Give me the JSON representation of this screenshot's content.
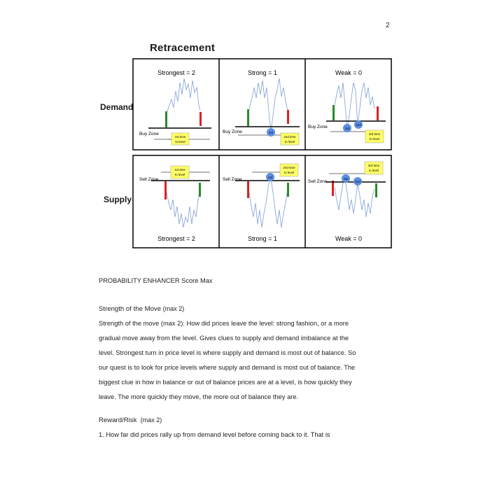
{
  "page_number": "2",
  "figure": {
    "title": "Retracement",
    "rows": [
      "Demand",
      "Supply"
    ],
    "demand_panels": [
      {
        "header": "Strongest = 2",
        "zone": "Buy Zone",
        "callout": [
          "1st time",
          "to level"
        ],
        "touches": []
      },
      {
        "header": "Strong = 1",
        "zone": "Buy Zone",
        "callout": [
          "2nd time",
          "to level"
        ],
        "touches": [
          "1st"
        ]
      },
      {
        "header": "Weak = 0",
        "zone": "Buy Zone",
        "callout": [
          "3rd time",
          "to level"
        ],
        "touches": [
          "1st",
          "2nd"
        ]
      }
    ],
    "supply_panels": [
      {
        "footer": "Strongest = 2",
        "zone": "Sell Zone",
        "callout": [
          "1st time",
          "to level"
        ],
        "touches": []
      },
      {
        "footer": "Strong = 1",
        "zone": "Sell Zone",
        "callout": [
          "2nd time",
          "to level"
        ],
        "touches": [
          "1st"
        ]
      },
      {
        "footer": "Weak = 0",
        "zone": "Sell Zone",
        "callout": [
          "3rd time",
          "to level"
        ],
        "touches": [
          "1st",
          "2nd"
        ]
      }
    ],
    "colors": {
      "bull": "#2a8a2a",
      "bear": "#e02020",
      "price_line": "#8aa8d8",
      "touch": "#5b8fe0",
      "callout": "#ffff66"
    }
  },
  "text": {
    "heading": "PROBABILITY ENHANCER Score Max",
    "section1_title": "Strength of the Move",
    "section1_note": "(max 2)",
    "section1_lines": [
      "Strength of the move (max 2): How did prices leave the level: strong fashion, or a more",
      "gradual move away from the level. Gives clues to supply and demand imbalance at the",
      "level. Strongest turn in price level is where supply and demand is most out of balance. So",
      "our quest is to look for price levels where supply and demand is most out of balance. The",
      "biggest clue in how in balance or out of balance prices are at a level, is how quickly they",
      "leave. The more quickly they move, the more out of balance they are."
    ],
    "section2_title": "Reward/Risk",
    "section2_note": "(max 2)",
    "section2_lines": [
      "1. How far did prices rally up from demand level before coming back to it. That is"
    ]
  }
}
